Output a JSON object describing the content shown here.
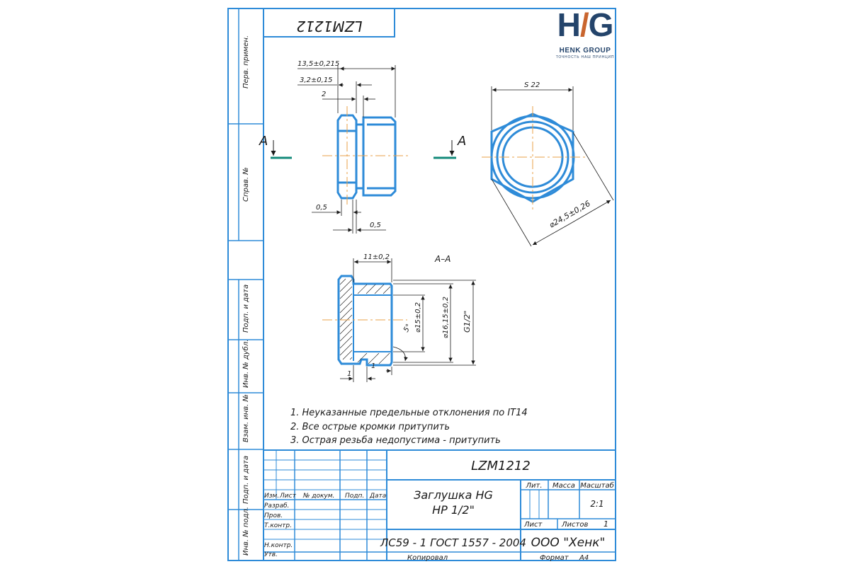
{
  "stamp": {
    "mirrored_code": "LZM1212",
    "code": "LZM1212",
    "title_line1": "Заглушка HG",
    "title_line2": "НР 1/2\"",
    "material": "ЛС59 - 1 ГОСТ 1557 - 2004",
    "company": "ООО \"Хенк\"",
    "lit_label": "Лит.",
    "mass_label": "Масса",
    "scale_label": "Масштаб",
    "scale_value": "2:1",
    "sheet_label": "Лист",
    "sheets_label": "Листов",
    "sheets_value": "1",
    "copied_label": "Копировал",
    "format_label": "Формат",
    "format_value": "А4",
    "col_headers": [
      "Изм.",
      "Лист",
      "№ докум.",
      "Подп.",
      "Дата"
    ],
    "row_labels": [
      "Разраб.",
      "Пров.",
      "Т.контр.",
      "Н.контр.",
      "Утв."
    ]
  },
  "side_column": [
    "Перв. примен.",
    "Справ. №",
    "Подп. и дата",
    "Инв. № дубл.",
    "Взам. инв. №",
    "Подп. и дата",
    "Инв. № подл."
  ],
  "logo": {
    "mark_h": "H",
    "mark_g": "G",
    "name": "HENK GROUP",
    "tagline": "ТОЧНОСТЬ НАШ ПРИНЦИП"
  },
  "dimensions": {
    "total_length": "13,5±0,215",
    "hex_length": "3,2±0,15",
    "step": "2",
    "chamfer_left": "0,5",
    "chamfer_right": "0,5",
    "across_flats": "S 22",
    "across_corners": "⌀24,5±0,26",
    "section_depth": "11±0,2",
    "inner_dia": "⌀15±0,2",
    "outer_dia": "⌀16,15±0,2",
    "thread": "G1/2\"",
    "angle": "5°",
    "dim_1a": "1",
    "dim_1b": "1"
  },
  "section": {
    "marker": "А",
    "marker2": "А",
    "title": "А–А"
  },
  "notes": [
    "1. Неуказанные предельные отклонения по IT14",
    "2. Все острые кромки притупить",
    "3. Острая резьба недопустима - притупить"
  ],
  "colors": {
    "line": "#2e8bd8",
    "frame": "#2e8bd8",
    "axis": "#e8a04a",
    "marker": "#138a7a",
    "brand": "#24446b",
    "brand_accent": "#c9652e"
  }
}
